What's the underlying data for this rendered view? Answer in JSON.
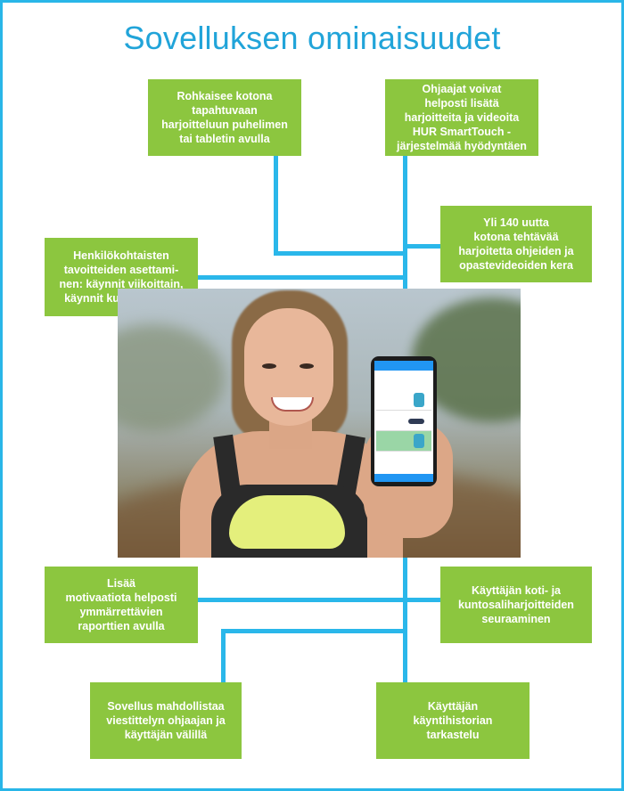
{
  "title": "Sovelluksen ominaisuudet",
  "features": {
    "top_left": "Rohkaisee kotona\ntapahtuvaan\nharjoitteluun puhelimen\ntai tabletin avulla",
    "top_right": "Ohjaajat voivat\nhelposti lisätä\nharjoitteita ja videoita\nHUR SmartTouch -\njärjestelmää hyödyntäen",
    "mid_right": "Yli 140 uutta\nkotona tehtävää\nharjoitetta ohjeiden ja\nopastevideoiden kera",
    "mid_left": "Henkilökohtaisten\ntavoitteiden asettami-\nnen: käynnit viikoittain,\nkäynnit kuukausittain",
    "low_left": "Lisää\nmotivaatiota helposti\nymmärrettävien\nraporttien avulla",
    "low_right": "Käyttäjän koti- ja\nkuntosaliharjoitteiden\nseuraaminen",
    "bottom_left": "Sovellus mahdollistaa\nviestittelyn ohjaajan ja\nkäyttäjän välillä",
    "bottom_right": "Käyttäjän\nkäyntihistorian\ntarkastelu"
  },
  "colors": {
    "accent": "#29b6e8",
    "box": "#8cc63f"
  }
}
